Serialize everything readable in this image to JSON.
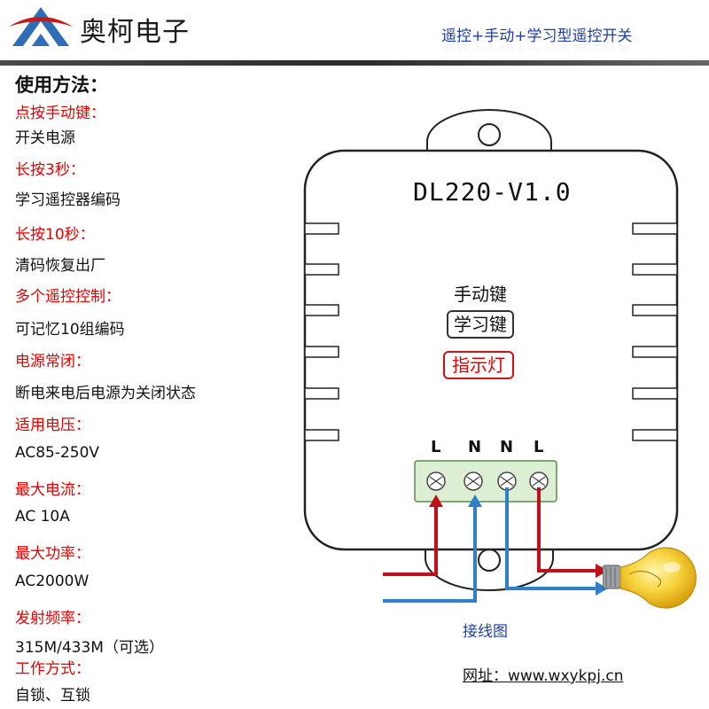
{
  "header": {
    "brand": "奥柯电子",
    "tagline": "遥控+手动+学习型遥控开关"
  },
  "usage": {
    "title": "使用方法：",
    "items": [
      {
        "title": "点按手动键：",
        "value": "开关电源"
      },
      {
        "title": "长按3秒：",
        "value": "学习遥控器编码"
      },
      {
        "title": "长按10秒：",
        "value": "清码恢复出厂"
      },
      {
        "title": "多个遥控控制：",
        "value": "可记忆10组编码"
      },
      {
        "title": "电源常闭：",
        "value": "断电来电后电源为关闭状态"
      },
      {
        "title": "适用电压：",
        "value": "AC85-250V"
      },
      {
        "title": "最大电流：",
        "value": "AC 10A"
      },
      {
        "title": "最大功率：",
        "value": "AC2000W"
      },
      {
        "title": "发射频率：",
        "value": "315M/433M（可选）"
      },
      {
        "title": "工作方式：",
        "value": "自锁、互锁"
      }
    ]
  },
  "device": {
    "model": "DL220-V1.0",
    "manual_key": "手动键",
    "learn_key": "学习键",
    "indicator": "指示灯",
    "terminals": [
      "L",
      "N",
      "N",
      "L"
    ]
  },
  "wiring_caption": "接线图",
  "website": "网址：www.wxykpj.cn",
  "colors": {
    "brand_blue": "#1e3fa0",
    "warning_red": "#e00000",
    "wire_red": "#c0101a",
    "wire_blue": "#2f80c8",
    "terminal_green": "#dcefd2"
  }
}
